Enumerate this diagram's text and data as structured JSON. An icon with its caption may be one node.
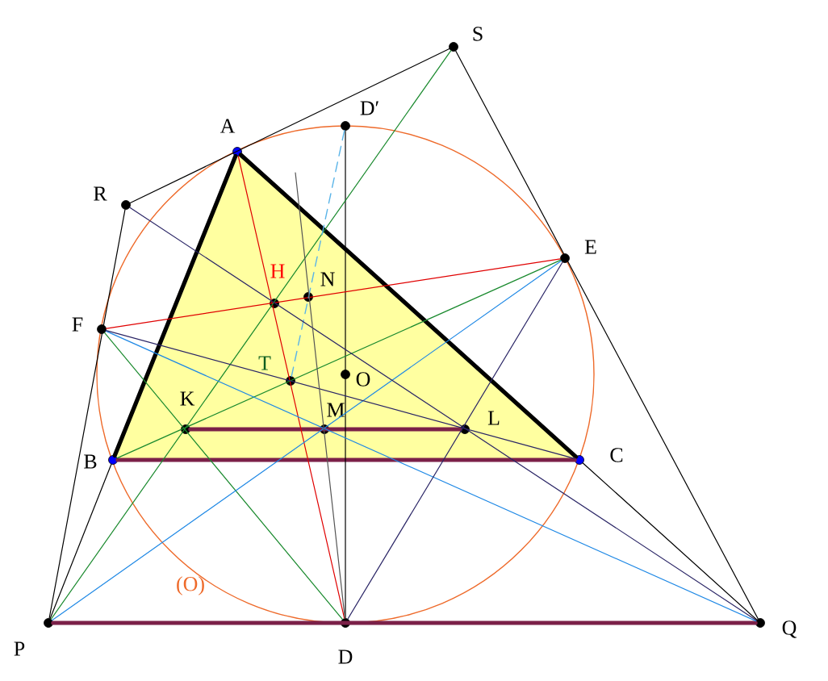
{
  "diagram": {
    "nodes": [
      {
        "text": [
          "S"
        ]
      },
      {
        "text": [
          "D′"
        ]
      },
      {
        "text": [
          "A"
        ]
      },
      {
        "text": [
          "R"
        ]
      },
      {
        "text": [
          "E"
        ]
      },
      {
        "text": [
          "H"
        ]
      },
      {
        "text": [
          "N"
        ]
      },
      {
        "text": [
          "F"
        ]
      },
      {
        "text": [
          "T"
        ]
      },
      {
        "text": [
          "O"
        ]
      },
      {
        "text": [
          "K"
        ]
      },
      {
        "text": [
          "M"
        ]
      },
      {
        "text": [
          "L"
        ]
      },
      {
        "text": [
          "B"
        ]
      },
      {
        "text": [
          "C"
        ]
      },
      {
        "text": [
          "P"
        ]
      },
      {
        "text": [
          "D"
        ]
      },
      {
        "text": [
          "Q"
        ]
      }
    ],
    "edges": [
      {
        "from": 3,
        "to": 0,
        "arrow": "none"
      },
      {
        "from": 0,
        "to": 17,
        "arrow": "none"
      },
      {
        "from": 3,
        "to": 15,
        "arrow": "none"
      },
      {
        "from": 2,
        "to": 13,
        "arrow": "none",
        "style": "thick"
      },
      {
        "from": 2,
        "to": 14,
        "arrow": "none",
        "style": "thick"
      },
      {
        "from": 13,
        "to": 14,
        "arrow": "none",
        "style": "thick",
        "color": "#7b2048"
      },
      {
        "from": 10,
        "to": 12,
        "arrow": "none",
        "style": "thick",
        "color": "#7b2048"
      },
      {
        "from": 15,
        "to": 17,
        "arrow": "none",
        "style": "thick",
        "color": "#7b2048"
      },
      {
        "from": 13,
        "to": 15,
        "arrow": "none"
      },
      {
        "from": 14,
        "to": 17,
        "arrow": "none"
      },
      {
        "from": 1,
        "to": 16,
        "arrow": "none"
      },
      {
        "from": 2,
        "to": 16,
        "arrow": "none",
        "color": "#e00000"
      },
      {
        "from": 7,
        "to": 4,
        "arrow": "none",
        "color": "#e00000"
      },
      {
        "from": 0,
        "to": 15,
        "arrow": "none",
        "color": "#1a8a2e"
      },
      {
        "from": 4,
        "to": 13,
        "arrow": "none",
        "color": "#1a8a2e"
      },
      {
        "from": 7,
        "to": 16,
        "arrow": "none",
        "color": "#1a8a2e"
      },
      {
        "from": 4,
        "to": 15,
        "arrow": "none",
        "color": "#1e88e5"
      },
      {
        "from": 7,
        "to": 17,
        "arrow": "none",
        "color": "#1e88e5"
      },
      {
        "from": 1,
        "to": 8,
        "arrow": "none",
        "style": "dashed",
        "color": "#5ab4e8"
      },
      {
        "from": 3,
        "to": 17,
        "arrow": "none",
        "color": "#2a2566"
      },
      {
        "from": 7,
        "to": 14,
        "arrow": "none",
        "color": "#2a2566"
      },
      {
        "from": 4,
        "to": 16,
        "arrow": "none",
        "color": "#2a2566"
      },
      {
        "from": null,
        "to": 16,
        "arrow": "none",
        "color": "#555555"
      }
    ],
    "labels": [
      "(O)"
    ]
  }
}
